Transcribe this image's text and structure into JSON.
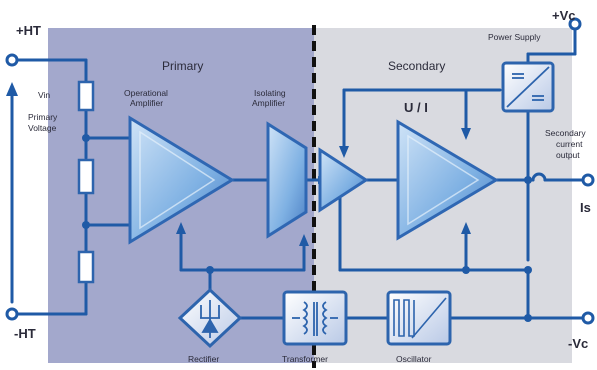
{
  "colors": {
    "primary_bg": "#a3a8cc",
    "secondary_bg": "#d9dae0",
    "wire": "#1f5aa6",
    "triangle_fill": "#86b7e6",
    "triangle_edge": "#2f67b3",
    "box_fill": "#dfe6f2",
    "box_edge": "#2d64ad",
    "separator": "#111111"
  },
  "terminals": {
    "plus_ht": "+HT",
    "minus_ht": "-HT",
    "plus_vc": "+Vc",
    "minus_vc": "-Vc",
    "is": "Is"
  },
  "labels": {
    "vin": "Vin",
    "primary_voltage_line1": "Primary",
    "primary_voltage_line2": "Voltage",
    "primary_section": "Primary",
    "secondary_section": "Secondary",
    "operational_amplifier_line1": "Operational",
    "operational_amplifier_line2": "Amplifier",
    "isolating_amplifier_line1": "Isolating",
    "isolating_amplifier_line2": "Amplifier",
    "ui": "U / I",
    "power_supply": "Power Supply",
    "secondary_current_line1": "Secondary",
    "secondary_current_line2": "current",
    "secondary_current_line3": "output",
    "rectifier": "Rectifier",
    "transformer": "Transformer",
    "oscillator": "Oscillator"
  },
  "icons": {
    "rectifier": "diode-bridge-icon",
    "transformer": "transformer-coils-icon",
    "oscillator": "square-wave-icon",
    "power_supply": "dc-converter-icon"
  }
}
